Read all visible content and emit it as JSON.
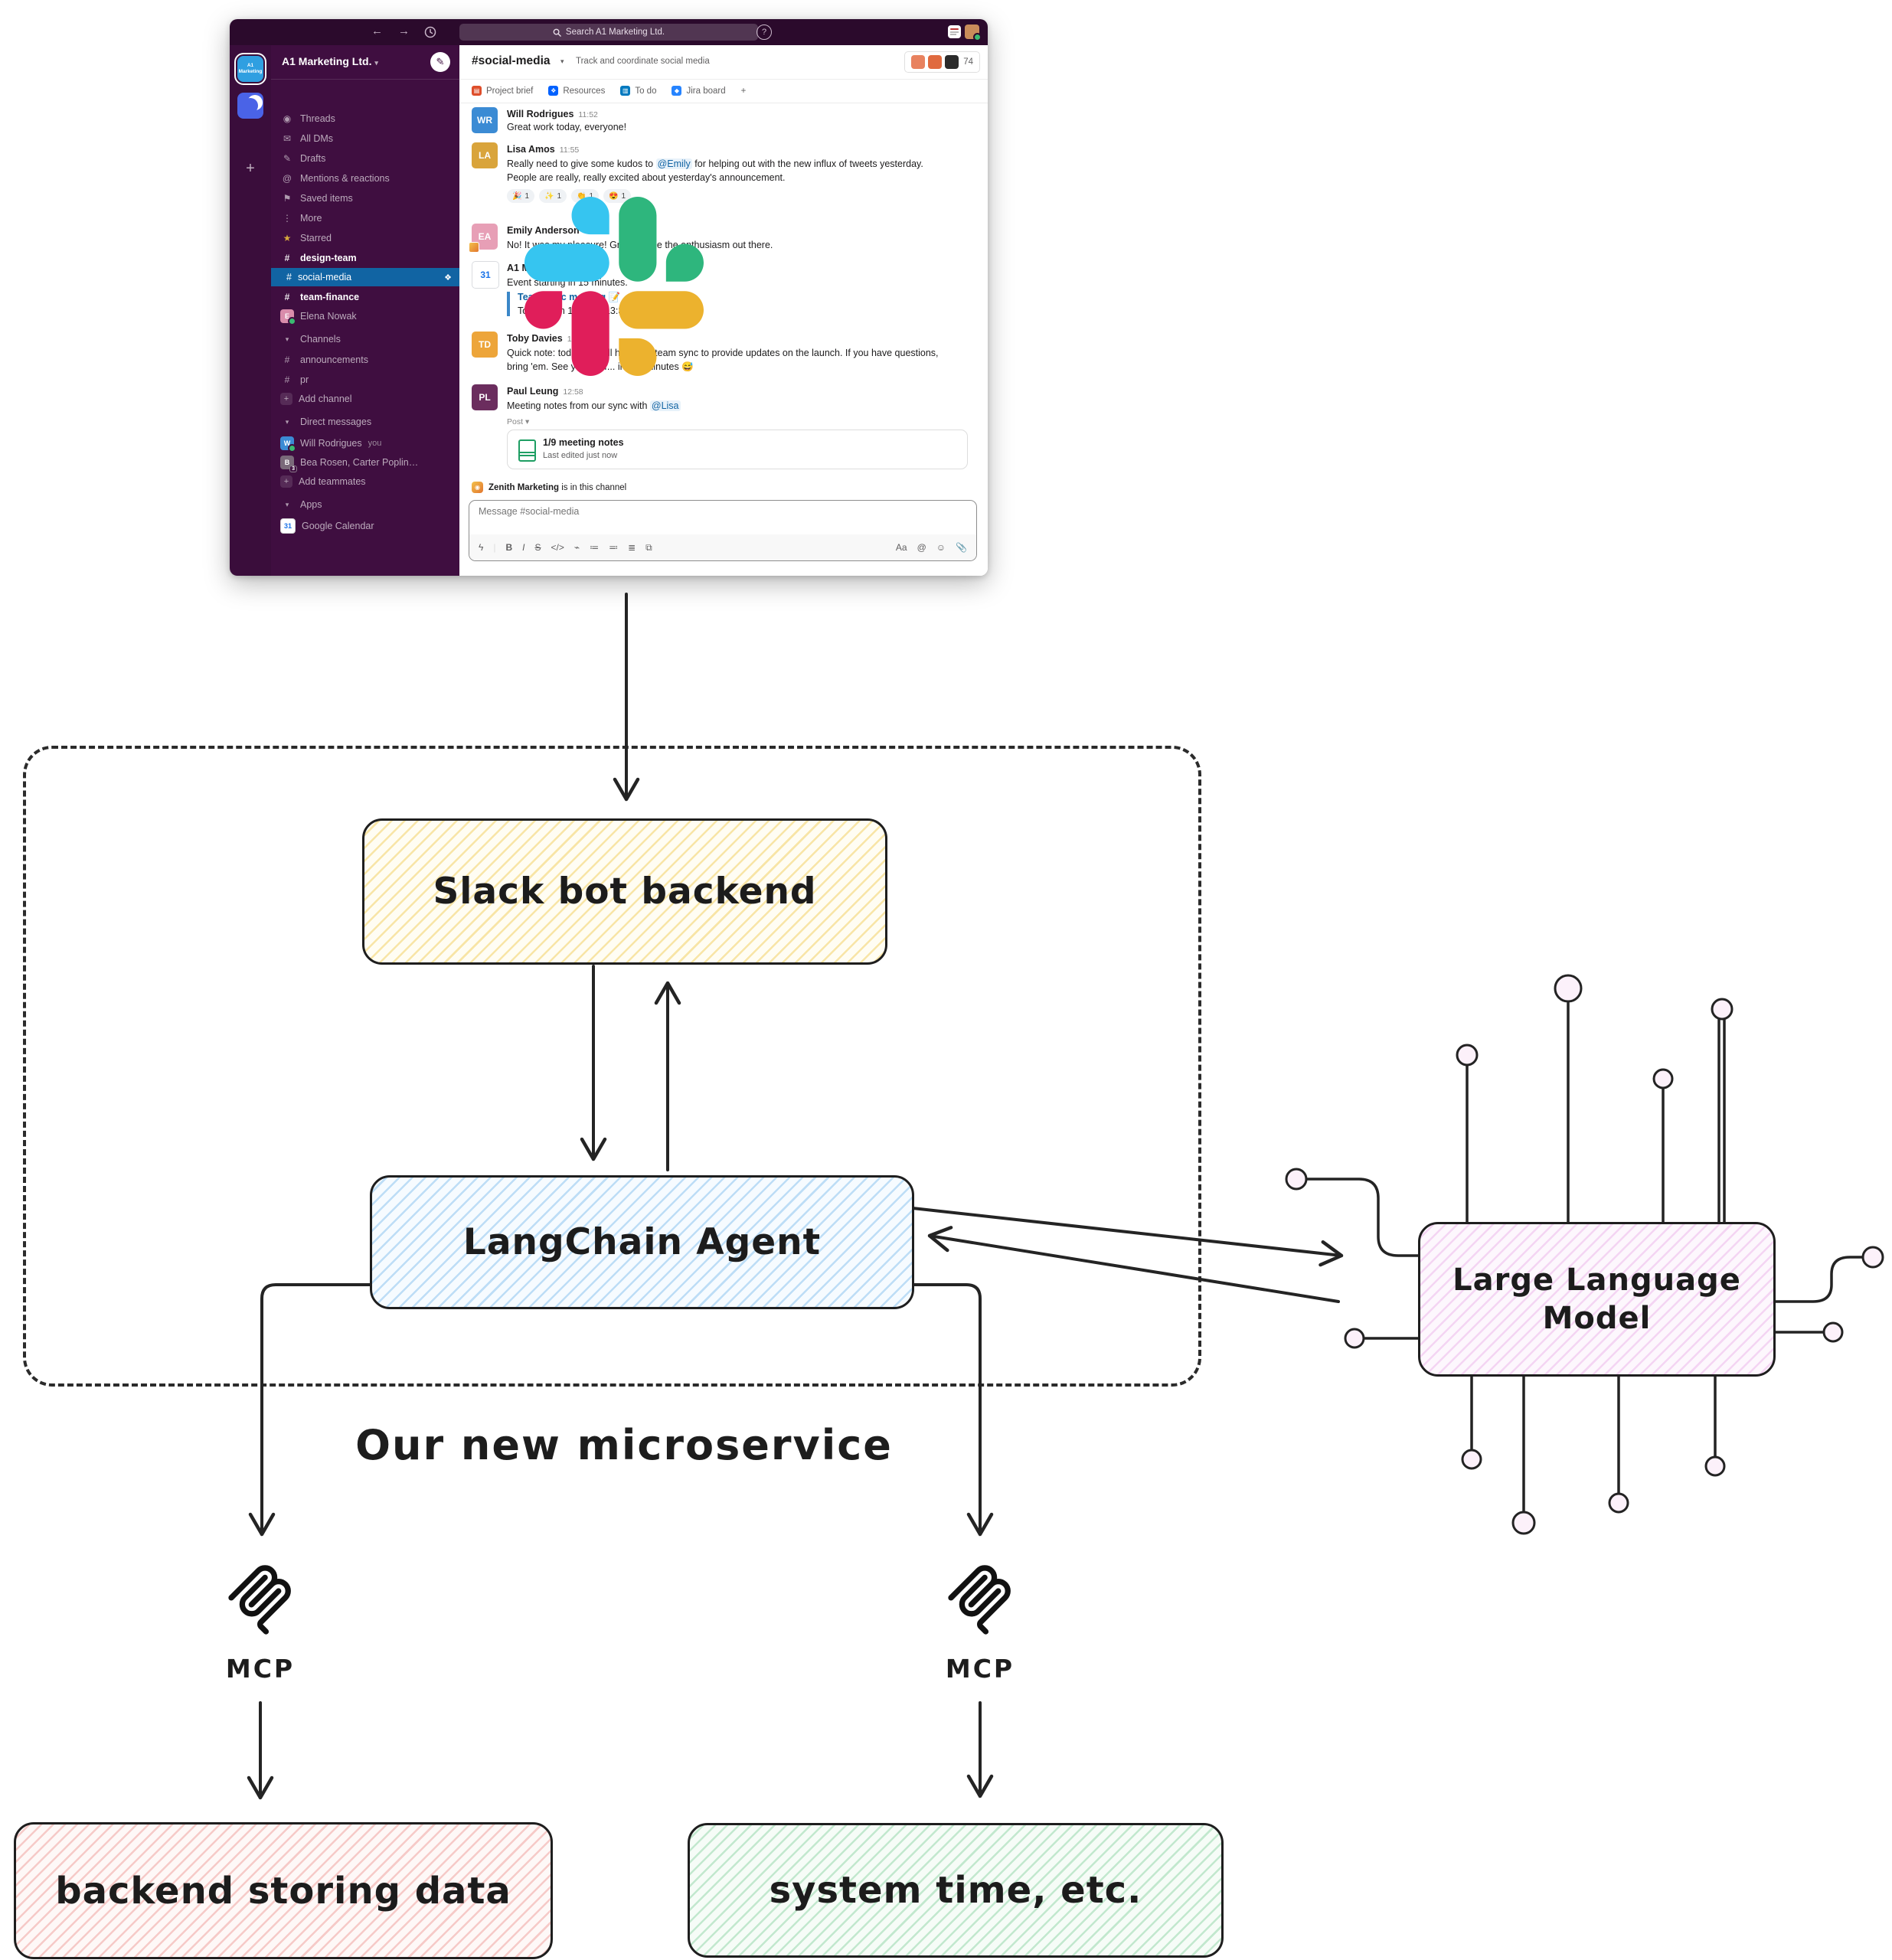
{
  "slack": {
    "titlebar": {
      "back": "←",
      "forward": "→",
      "search": "Search A1 Marketing Ltd.",
      "help": "?"
    },
    "rail": {
      "workspace_line1": "A1",
      "workspace_line2": "Marketing",
      "add": "+"
    },
    "chevron": "▾",
    "sidebar": {
      "workspace_name": "A1 Marketing Ltd.",
      "hash": "#",
      "star_icon": "★",
      "compose_icon": "✎",
      "nav": [
        {
          "icon": "◉",
          "label": "Threads"
        },
        {
          "icon": "✉",
          "label": "All DMs"
        },
        {
          "icon": "✎",
          "label": "Drafts"
        },
        {
          "icon": "@",
          "label": "Mentions & reactions"
        },
        {
          "icon": "⚑",
          "label": "Saved items"
        },
        {
          "icon": "⋮",
          "label": "More"
        }
      ],
      "starred_header": "Starred",
      "channels_starred": [
        "design-team",
        "social-media",
        "team-finance"
      ],
      "selected_channel_icon": "❖",
      "dm_elena": "Elena Nowak",
      "dm_elena_initial": "E",
      "channels_header": "Channels",
      "channels": [
        "announcements",
        "pr"
      ],
      "add_channel": "Add channel",
      "dms_header": "Direct messages",
      "dm_will": "Will Rodrigues",
      "dm_will_suffix": "you",
      "dm_will_initial": "W",
      "dm_group": "Bea Rosen, Carter Poplin…",
      "dm_group_badge": "3",
      "dm_group_initial": "B",
      "add_teammates": "Add teammates",
      "apps_header": "Apps",
      "app_gcal": "Google Calendar",
      "app_gcal_glyph": "31",
      "plus": "+"
    },
    "main": {
      "channel": "#social-media",
      "topic": "Track and coordinate social media",
      "member_count": "74",
      "tabs": [
        {
          "glyph": "▤",
          "label": "Project brief"
        },
        {
          "glyph": "❖",
          "label": "Resources"
        },
        {
          "glyph": "▥",
          "label": "To do"
        },
        {
          "glyph": "◆",
          "label": "Jira board"
        }
      ],
      "tab_add": "+",
      "messages": {
        "m0": {
          "name": "Will Rodrigues",
          "time": "11:52",
          "text": "Great work today, everyone!",
          "avatar": "WR"
        },
        "m1": {
          "name": "Lisa Amos",
          "time": "11:55",
          "line1_pre": "Really need to give some kudos to ",
          "line1_mention": "@Emily",
          "line1_post": " for helping out with the new influx of tweets yesterday.",
          "line2": "People are really, really excited about yesterday's announcement.",
          "avatar": "LA",
          "reactions": [
            {
              "e": "🎉",
              "c": "1"
            },
            {
              "e": "✨",
              "c": "1"
            },
            {
              "e": "👏",
              "c": "1"
            },
            {
              "e": "😍",
              "c": "1"
            }
          ]
        },
        "m2": {
          "name": "Emily Anderson",
          "text": "No! It was my pleasure! Great to see the enthusiasm out there.",
          "avatar": "EA"
        },
        "m3": {
          "name": "A1 Marketing",
          "text": "Event starting in 15 minutes.",
          "quote_title": "Team sync meeting 📝",
          "quote_body": "Today from 13:00 to 13:30",
          "avatar": "31"
        },
        "m4": {
          "name": "Toby Davies",
          "time": "12:56",
          "line1": "Quick note: today we will have our team sync to provide updates on the launch. If you have questions,",
          "line2": "bring 'em. See you later... in two minutes 😅",
          "avatar": "TD"
        },
        "m5": {
          "name": "Paul Leung",
          "time": "12:58",
          "pre": "Meeting notes from our sync with ",
          "mention": "@Lisa",
          "post_label": "Post",
          "card_title": "1/9 meeting notes",
          "card_sub": "Last edited just now",
          "avatar": "PL"
        }
      },
      "zenith_bold": "Zenith Marketing",
      "zenith_rest": " is in this channel",
      "composer": {
        "placeholder": "Message #social-media",
        "left": [
          "ϟ",
          "B",
          "I",
          "S",
          "</>",
          "⌁",
          "≔",
          "≕",
          "≣",
          "⧉"
        ],
        "right": [
          "Aa",
          "@",
          "☺",
          "📎"
        ]
      }
    }
  },
  "diagram": {
    "slack_bot_backend": "Slack bot backend",
    "langchain_agent": "LangChain Agent",
    "llm_line1": "Large Language",
    "llm_line2": "Model",
    "microservice_label": "Our new microservice",
    "mcp_left": "MCP",
    "mcp_right": "MCP",
    "backend_box": "backend storing data",
    "system_box": "system time, etc."
  },
  "colors": {
    "slack_aubergine": "#3F0E40",
    "slack_titlebar": "#2b0a2c",
    "selected_channel": "#1164A3",
    "link_blue": "#1264A3",
    "presence_green": "#3ABA71",
    "slack_logo": [
      "#36C5F0",
      "#2EB67D",
      "#E01E5A",
      "#ECB22E"
    ],
    "box_yellow_hatch": "#F2CD5A",
    "box_blue_hatch": "#78B9EB",
    "box_pink_hatch": "#E496E1",
    "box_red_hatch": "#E9807A",
    "box_green_hatch": "#6EC88C",
    "stroke": "#222222"
  }
}
